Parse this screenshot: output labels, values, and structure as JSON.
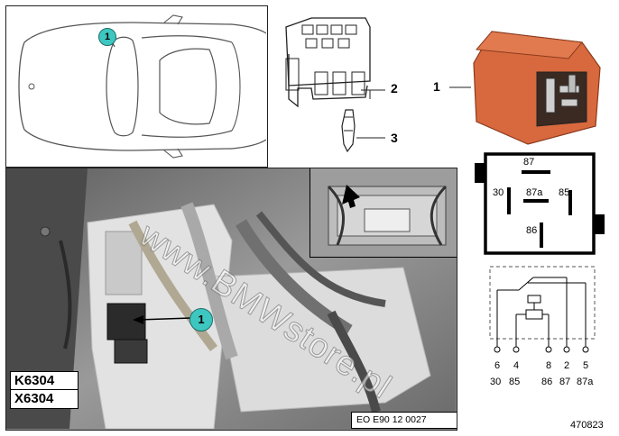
{
  "car_view": {
    "marker": "1"
  },
  "connector_parts": {
    "connector_callout": "2",
    "terminal_callout": "3"
  },
  "relay": {
    "callout": "1",
    "schematic_terminals": {
      "top": "87",
      "left": "30",
      "center": "87a",
      "right": "85",
      "bottom": "86"
    },
    "circuit_pins": [
      "6",
      "4",
      "8",
      "2",
      "5"
    ],
    "circuit_pin_functions": [
      "30",
      "85",
      "86",
      "87",
      "87a"
    ]
  },
  "photo": {
    "marker": "1",
    "labels": [
      "K6304",
      "X6304"
    ],
    "footer_code": "EO E90 12 0027"
  },
  "watermark": "www.BMWstore.pl",
  "figure_number": "470823",
  "colors": {
    "callout_teal": "#3ec7c0",
    "relay_orange": "#d8693e",
    "photo_gray": "#8a8a8a"
  }
}
